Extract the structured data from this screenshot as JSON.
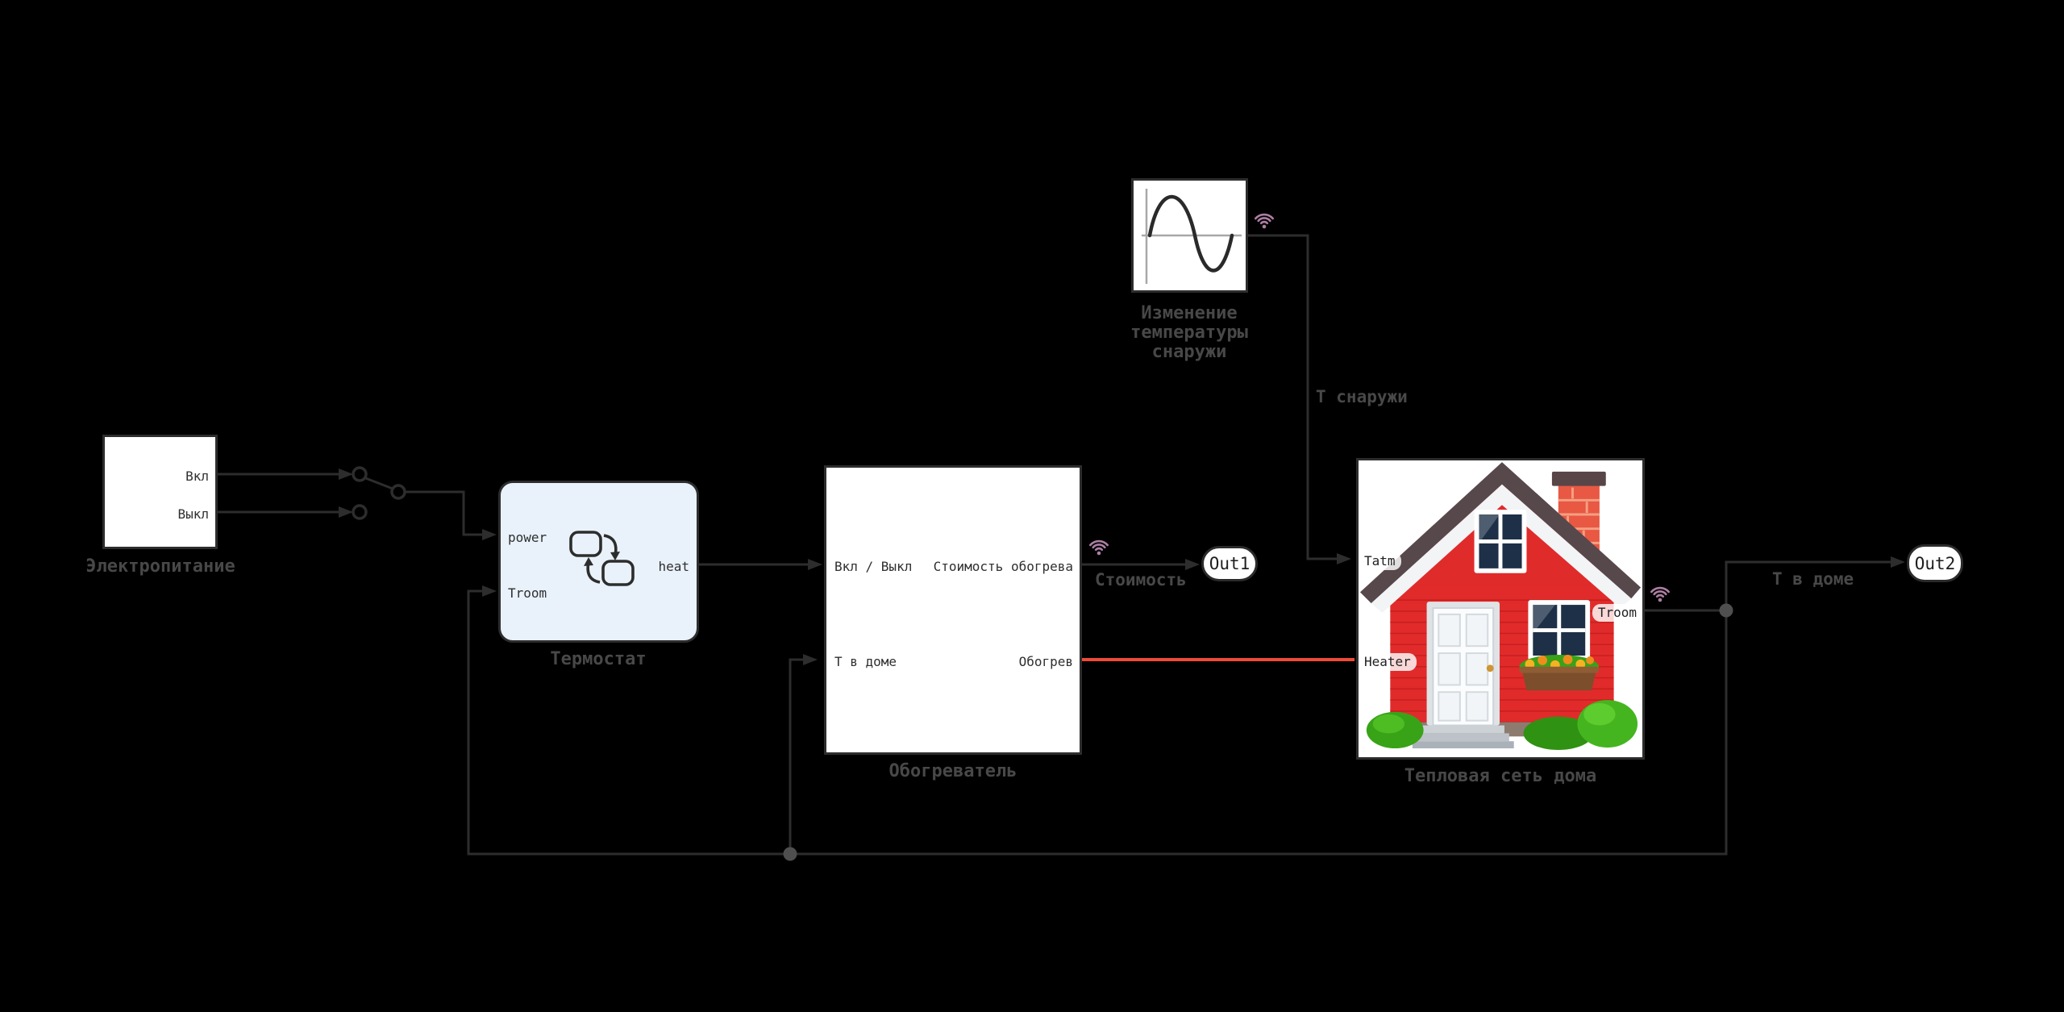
{
  "diagram": {
    "background": "#000000",
    "wire_color": "#2d2d2d",
    "heat_wire_color": "#ef4b39",
    "wireless_color": "#ad7fa3",
    "annotation_color": "#484848"
  },
  "blocks": {
    "power_supply": {
      "name": "Электропитание",
      "ports": {
        "on": "Вкл",
        "off": "Выкл"
      }
    },
    "thermostat": {
      "name": "Термостат",
      "ports": {
        "power": "power",
        "troom": "Troom",
        "heat": "heat"
      }
    },
    "heater": {
      "name": "Обогреватель",
      "ports": {
        "on_off": "Вкл / Выкл",
        "t_home": "Т в доме",
        "cost": "Стоимость обогрева",
        "heat_out": "Обогрев"
      }
    },
    "outside_temp": {
      "name": "Изменение температуры снаружи"
    },
    "house": {
      "name": "Тепловая сеть дома",
      "ports": {
        "tatm": "Tatm",
        "heater": "Heater",
        "troom": "Troom"
      }
    },
    "out1": {
      "label": "Out1"
    },
    "out2": {
      "label": "Out2"
    }
  },
  "wire_labels": {
    "cost": "Стоимость",
    "t_outside": "Т снаружи",
    "t_home": "Т в доме"
  }
}
